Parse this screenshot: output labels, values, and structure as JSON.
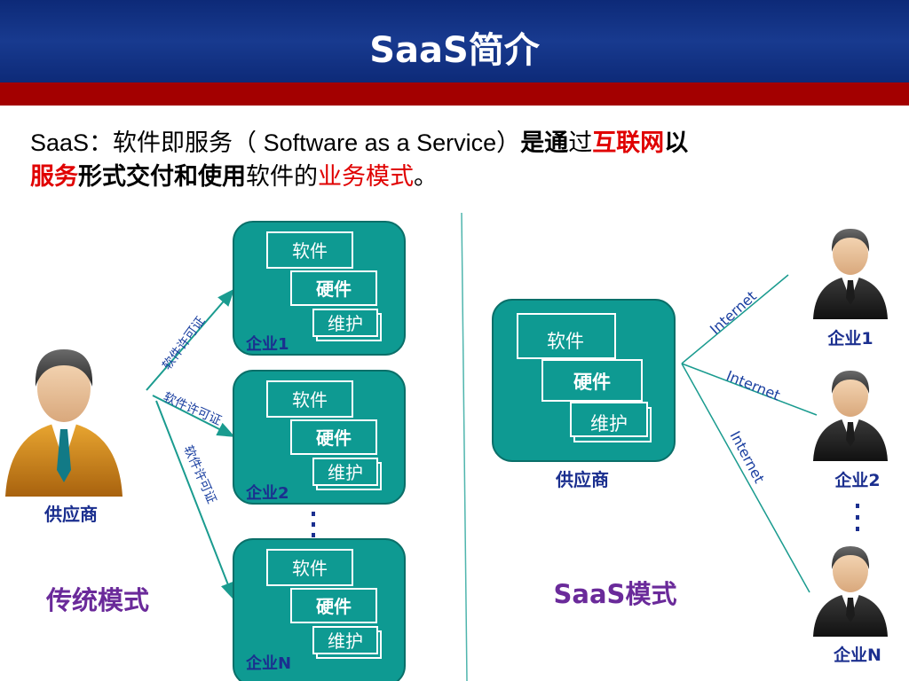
{
  "header": {
    "title": "SaaS简介"
  },
  "intro": {
    "p1": "SaaS",
    "p2": "：软件即服务（",
    "p3": " Software as a Service）",
    "p4": "是通",
    "p5": "过",
    "p6": "互联网",
    "p7": "以",
    "p8": "服务",
    "p9": "形式交付和使用",
    "p10": "软件的",
    "p11": "业务模式",
    "p12": "。"
  },
  "traditional": {
    "supplier_label": "供应商",
    "mode_label": "传统模式",
    "license_labels": [
      "软件许可证",
      "软件许可证",
      "软件许可证"
    ],
    "enterprises": [
      {
        "software": "软件",
        "hardware": "硬件",
        "maintenance": "维护",
        "label": "企业1"
      },
      {
        "software": "软件",
        "hardware": "硬件",
        "maintenance": "维护",
        "label": "企业2"
      },
      {
        "software": "软件",
        "hardware": "硬件",
        "maintenance": "维护",
        "label": "企业N"
      }
    ]
  },
  "saas": {
    "supplier_box": {
      "software": "软件",
      "hardware": "硬件",
      "maintenance": "维护"
    },
    "supplier_label": "供应商",
    "mode_label": "SaaS模式",
    "internet_labels": [
      "Internet",
      "Internet",
      "Internet"
    ],
    "enterprise_labels": [
      "企业1",
      "企业2",
      "企业N"
    ]
  },
  "colors": {
    "header_blue": "#0d2a78",
    "band_red": "#a30000",
    "teal": "#0e9a92",
    "purple": "#6a2a9a",
    "highlight_red": "#e00000",
    "label_blue": "#1b2f8f"
  }
}
